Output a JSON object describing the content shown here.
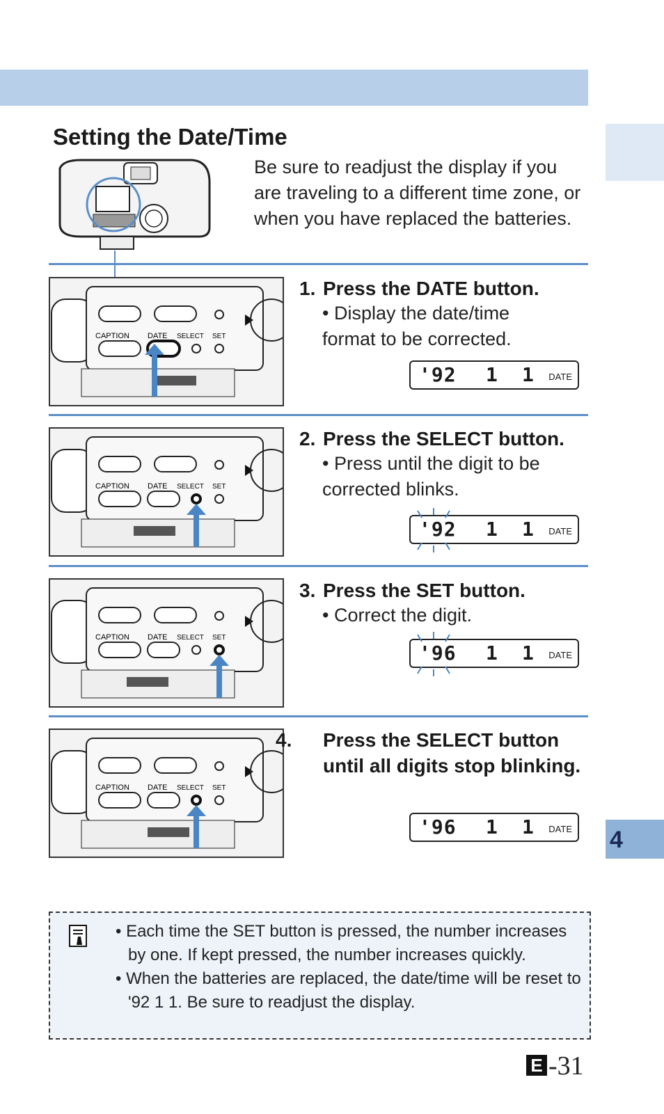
{
  "section_title": "Setting the Date/Time",
  "intro": "Be sure to readjust the display if you are traveling to a different time zone, or when you have replaced the batteries.",
  "steps": [
    {
      "num": "1.",
      "heading": "Press the DATE button.",
      "bullet": "• Display the date/time format to be corrected.",
      "lcd": {
        "year": "'92",
        "month": "1",
        "day": "1",
        "label": "DATE",
        "blinking": false
      }
    },
    {
      "num": "2.",
      "heading": "Press the SELECT button.",
      "bullet": "• Press until the digit to be corrected blinks.",
      "lcd": {
        "year": "'92",
        "month": "1",
        "day": "1",
        "label": "DATE",
        "blinking": true
      }
    },
    {
      "num": "3.",
      "heading": "Press the SET button.",
      "bullet": "• Correct the digit.",
      "lcd": {
        "year": "'96",
        "month": "1",
        "day": "1",
        "label": "DATE",
        "blinking": true
      }
    },
    {
      "num": "4.",
      "heading": "Press the SELECT button until all digits stop blinking.",
      "bullet": "",
      "lcd": {
        "year": "'96",
        "month": "1",
        "day": "1",
        "label": "DATE",
        "blinking": false
      }
    }
  ],
  "camera_labels": {
    "caption": "CAPTION",
    "date": "DATE",
    "select": "SELECT",
    "set": "SET"
  },
  "notes": [
    "• Each time the SET button is pressed, the number increases by one. If kept pressed, the number increases quickly.",
    "• When the batteries are replaced, the date/time will be reset to '92 1 1. Be sure to readjust the display."
  ],
  "chapter_tab": "4",
  "page_number": {
    "prefix": "E",
    "number": "-31"
  },
  "colors": {
    "accent_blue": "#5b8ec7",
    "band": "#b7cfe8",
    "tab": "#8fb2d8"
  }
}
